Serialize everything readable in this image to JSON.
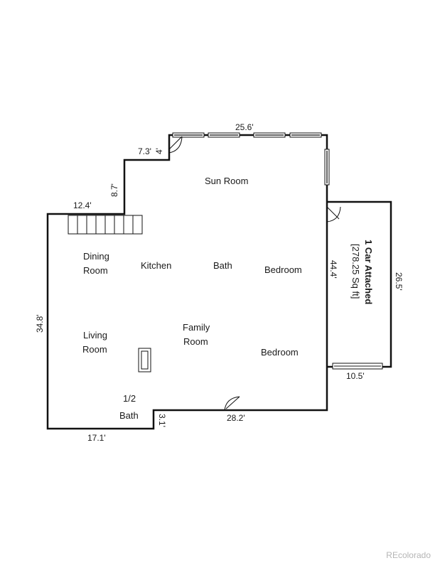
{
  "rooms": {
    "sun_room": "Sun Room",
    "dining_room": [
      "Dining",
      "Room"
    ],
    "kitchen": "Kitchen",
    "bath": "Bath",
    "bedroom_1": "Bedroom",
    "living_room": [
      "Living",
      "Room"
    ],
    "family_room": [
      "Family",
      "Room"
    ],
    "bedroom_2": "Bedroom",
    "half_bath": [
      "1/2",
      "Bath"
    ]
  },
  "dimensions": {
    "top": "25.6'",
    "upper_notch": "7.3'",
    "notch_small": "4'",
    "left_upper": "8.7'",
    "left_top": "12.4'",
    "left_side": "34.8'",
    "bottom_left": "17.1'",
    "bottom_step": "3.1'",
    "bottom_right": "28.2'",
    "right_inner": "44.4'",
    "garage_right": "26.5'",
    "garage_bottom": "10.5'"
  },
  "garage": {
    "title": "1 Car Attached",
    "area": "[278.25 Sq ft]"
  },
  "watermark": "REcolorado",
  "colors": {
    "wall": "#111111",
    "window": "#555555",
    "watermark": "#b5b5b5"
  }
}
